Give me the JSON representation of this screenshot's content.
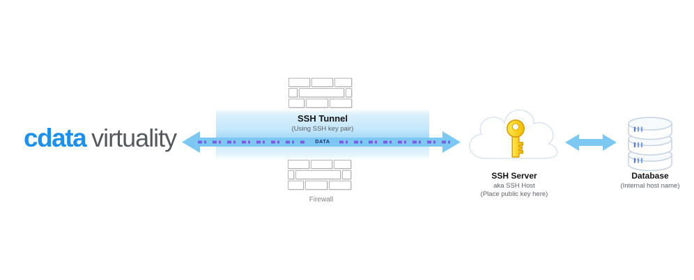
{
  "logo": {
    "brand": "cdata",
    "product": "virtuality"
  },
  "tunnel": {
    "title": "SSH Tunnel",
    "subtitle": "(Using SSH key pair)",
    "data_label": "DATA"
  },
  "firewall": {
    "label": "Firewall"
  },
  "ssh_server": {
    "title": "SSH Server",
    "subtitle": "aka SSH Host",
    "note": "(Place public key here)"
  },
  "database": {
    "title": "Database",
    "subtitle": "(Internal host name)"
  },
  "colors": {
    "brand_blue": "#1E90EA",
    "logo_gray": "#55585C",
    "arrow_blue": "#7CC8F3",
    "tunnel_fill": "#BDE4FA",
    "dash_purple": "#7B5BE4",
    "data_text_navy": "#16266B",
    "key_gold_light": "#FFE94F",
    "key_gold_dark": "#F3BC00",
    "key_outline": "#DA9C00",
    "cloud_outline": "#DCE4EF",
    "db_outline": "#C6D2E2",
    "db_bar_dark": "#4D79DA",
    "db_bar_light": "#7E9BE6",
    "brick_outline": "#B6B6B6",
    "muted_text": "#5F6368"
  }
}
